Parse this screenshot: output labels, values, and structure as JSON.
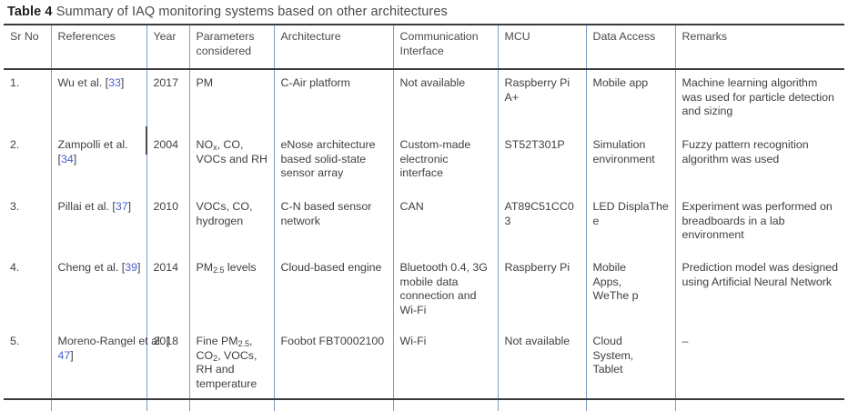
{
  "caption": {
    "label": "Table 4",
    "text": "Summary of IAQ monitoring systems based on other architectures"
  },
  "colors": {
    "rule": "#3a3a3a",
    "column_divider": "#7f9dc4",
    "reference_link": "#4a5fd0",
    "body_text": "#3f3f3f",
    "background": "#ffffff"
  },
  "table": {
    "headers": [
      "Sr No",
      "References",
      "Year",
      "Parameters considered",
      "Architecture",
      "Communication Interface",
      "MCU",
      "Data Access",
      "Remarks"
    ],
    "rows": [
      {
        "sr_no": "1.",
        "reference_author": "Wu et al. [",
        "reference_num": "33",
        "reference_close": "]",
        "year": "2017",
        "parameters": "PM",
        "architecture": "C-Air platform",
        "communication_interface": "Not available",
        "mcu": "Raspberry Pi A+",
        "data_access": "Mobile app",
        "remarks": "Machine learning algorithm was used for particle detection and sizing"
      },
      {
        "sr_no": "2.",
        "reference_author": "Zampolli et al. [",
        "reference_num": "34",
        "reference_close": "]",
        "year": "2004",
        "parameters": "NOx, CO, VOCs and RH",
        "architecture": "eNose architecture based solid-state sensor array",
        "communication_interface": "Custom-made electronic interface",
        "mcu": "ST52T301P",
        "data_access": "Simulation environment",
        "remarks": "Fuzzy pattern recognition algorithm was used"
      },
      {
        "sr_no": "3.",
        "reference_author": "Pillai et al. [",
        "reference_num": "37",
        "reference_close": "]",
        "year": "2010",
        "parameters": "VOCs, CO, hydrogen",
        "architecture": "C-N based sensor network",
        "communication_interface": "CAN",
        "mcu": "AT89C51CC03",
        "data_access": "LED DisplaThe e",
        "remarks": "Experiment was performed on breadboards in a lab environment"
      },
      {
        "sr_no": "4.",
        "reference_author": "Cheng et al. [",
        "reference_num": "39",
        "reference_close": "]",
        "year": "2014",
        "parameters": "PM2.5 levels",
        "architecture": "Cloud-based engine",
        "communication_interface": "Bluetooth 0.4, 3G mobile data connection and Wi-Fi",
        "mcu": "Raspberry Pi",
        "data_access": "Mobile Apps, WeThe p",
        "remarks": "Prediction model was designed using Artificial Neural Network"
      },
      {
        "sr_no": "5.",
        "reference_author": "Moreno-Rangel et al. [",
        "reference_num": "47",
        "reference_close": "]",
        "year": "2018",
        "parameters": "Fine PM2.5, CO2, VOCs, RH and temperature",
        "architecture": "Foobot FBT0002100",
        "communication_interface": "Wi-Fi",
        "mcu": "Not available",
        "data_access": "Cloud System, Tablet",
        "remarks": "–"
      }
    ]
  }
}
